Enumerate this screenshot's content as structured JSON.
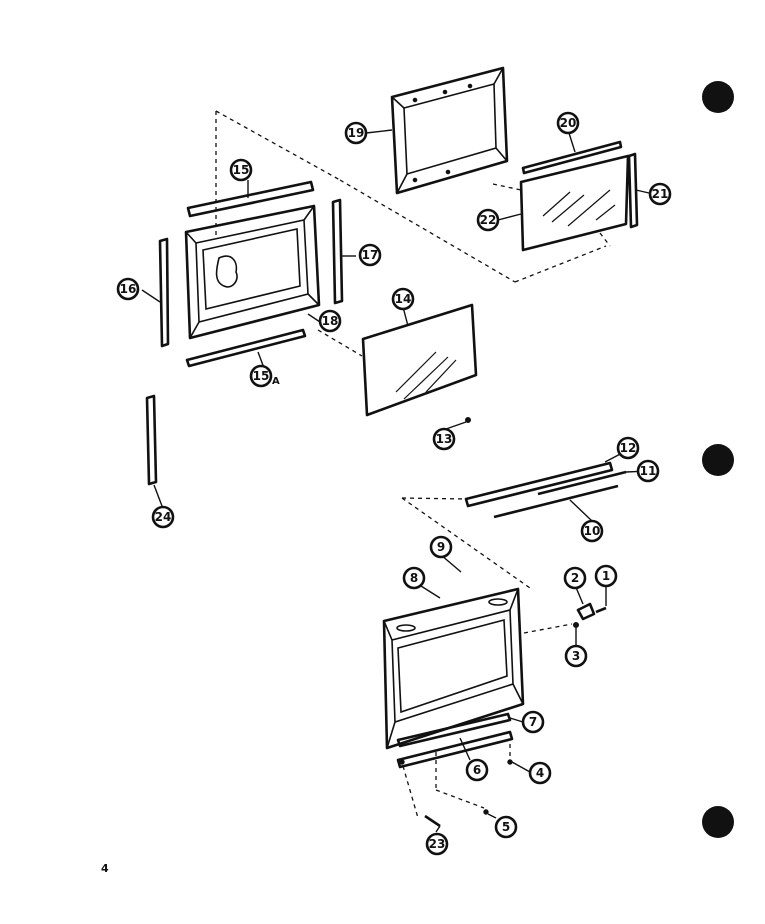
{
  "page_number": "4",
  "callouts": [
    {
      "id": "c1",
      "label": "1"
    },
    {
      "id": "c2",
      "label": "2"
    },
    {
      "id": "c3",
      "label": "3"
    },
    {
      "id": "c4",
      "label": "4"
    },
    {
      "id": "c5",
      "label": "5"
    },
    {
      "id": "c6",
      "label": "6"
    },
    {
      "id": "c7",
      "label": "7"
    },
    {
      "id": "c8",
      "label": "8"
    },
    {
      "id": "c9",
      "label": "9"
    },
    {
      "id": "c10",
      "label": "10"
    },
    {
      "id": "c11",
      "label": "11"
    },
    {
      "id": "c12",
      "label": "12"
    },
    {
      "id": "c13",
      "label": "13"
    },
    {
      "id": "c14",
      "label": "14"
    },
    {
      "id": "c15",
      "label": "15"
    },
    {
      "id": "c15a",
      "label": "15",
      "suffix": "A"
    },
    {
      "id": "c16",
      "label": "16"
    },
    {
      "id": "c17",
      "label": "17"
    },
    {
      "id": "c18",
      "label": "18"
    },
    {
      "id": "c19",
      "label": "19"
    },
    {
      "id": "c20",
      "label": "20"
    },
    {
      "id": "c21",
      "label": "21"
    },
    {
      "id": "c22",
      "label": "22"
    },
    {
      "id": "c23",
      "label": "23"
    },
    {
      "id": "c24",
      "label": "24"
    }
  ]
}
